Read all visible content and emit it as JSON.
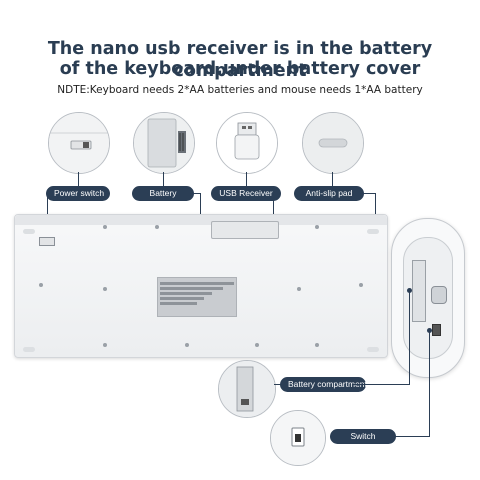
{
  "header": {
    "title_line1": "The nano usb receiver is in the battery compartment",
    "title_line2": "of the keyboard.under battery cover",
    "note": "NDTE:Keyboard needs 2*AA batteries and mouse needs 1*AA battery"
  },
  "callouts": {
    "power_switch": "Power switch",
    "battery": "Battery",
    "usb_receiver": "USB Receiver",
    "anti_slip_pad": "Anti-slip pad",
    "battery_compartment": "Battery compartment",
    "switch": "Switch"
  },
  "colors": {
    "accent": "#2b3e55",
    "title": "#2a3d52"
  }
}
